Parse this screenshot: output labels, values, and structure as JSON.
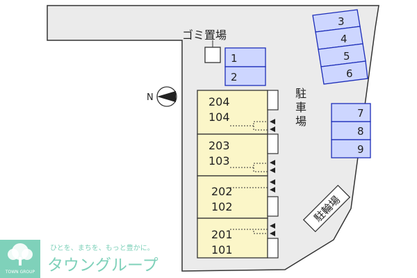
{
  "labels": {
    "garbage": "ゴミ置場",
    "parking": "駐車場",
    "bicycle": "駐輪場",
    "north": "N"
  },
  "parking": {
    "top_right": [
      "3",
      "4",
      "5",
      "6"
    ],
    "center": [
      "1",
      "2"
    ],
    "right": [
      "7",
      "8",
      "9"
    ]
  },
  "units": [
    {
      "upper": "204",
      "lower": "104"
    },
    {
      "upper": "203",
      "lower": "103"
    },
    {
      "upper": "202",
      "lower": "102"
    },
    {
      "upper": "201",
      "lower": "101"
    }
  ],
  "logo": {
    "tagline": "ひとを、まちを、もっと豊かに。",
    "name": "タウングループ",
    "small": "TOWN GROUP"
  },
  "colors": {
    "lot": "#ebebeb",
    "parking_fill": "#cdd6ff",
    "parking_stroke": "#1c2db8",
    "unit_fill": "#fbf6c8",
    "logo": "#7fd1ba"
  }
}
